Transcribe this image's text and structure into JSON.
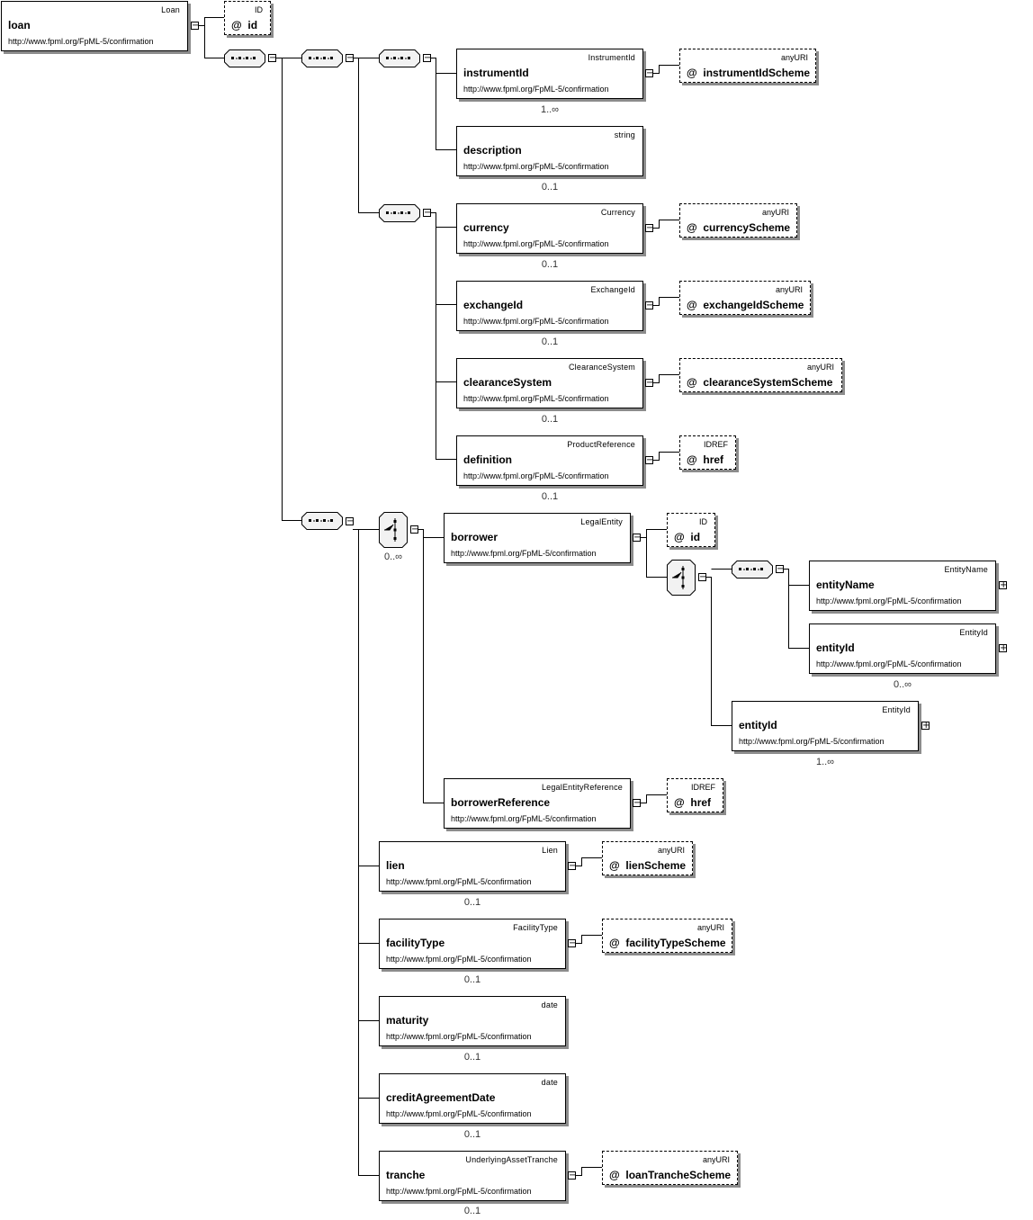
{
  "namespace": "http://www.fpml.org/FpML-5/confirmation",
  "root": {
    "name": "loan",
    "type": "Loan"
  },
  "attributes": {
    "root_id": {
      "name": "id",
      "type": "ID"
    },
    "instrumentIdScheme": {
      "name": "instrumentIdScheme",
      "type": "anyURI"
    },
    "currencyScheme": {
      "name": "currencyScheme",
      "type": "anyURI"
    },
    "exchangeIdScheme": {
      "name": "exchangeIdScheme",
      "type": "anyURI"
    },
    "clearanceSystemScheme": {
      "name": "clearanceSystemScheme",
      "type": "anyURI"
    },
    "definition_href": {
      "name": "href",
      "type": "IDREF"
    },
    "borrower_id": {
      "name": "id",
      "type": "ID"
    },
    "borrowerReference_href": {
      "name": "href",
      "type": "IDREF"
    },
    "lienScheme": {
      "name": "lienScheme",
      "type": "anyURI"
    },
    "facilityTypeScheme": {
      "name": "facilityTypeScheme",
      "type": "anyURI"
    },
    "loanTrancheScheme": {
      "name": "loanTrancheScheme",
      "type": "anyURI"
    }
  },
  "elements": {
    "instrumentId": {
      "name": "instrumentId",
      "type": "InstrumentId",
      "card": "1..∞"
    },
    "description": {
      "name": "description",
      "type": "string",
      "card": "0..1"
    },
    "currency": {
      "name": "currency",
      "type": "Currency",
      "card": "0..1"
    },
    "exchangeId": {
      "name": "exchangeId",
      "type": "ExchangeId",
      "card": "0..1"
    },
    "clearanceSystem": {
      "name": "clearanceSystem",
      "type": "ClearanceSystem",
      "card": "0..1"
    },
    "definition": {
      "name": "definition",
      "type": "ProductReference",
      "card": "0..1"
    },
    "borrower": {
      "name": "borrower",
      "type": "LegalEntity"
    },
    "entityName": {
      "name": "entityName",
      "type": "EntityName"
    },
    "entityId_seq": {
      "name": "entityId",
      "type": "EntityId",
      "card": "0..∞"
    },
    "entityId_choice": {
      "name": "entityId",
      "type": "EntityId",
      "card": "1..∞"
    },
    "borrowerReference": {
      "name": "borrowerReference",
      "type": "LegalEntityReference"
    },
    "lien": {
      "name": "lien",
      "type": "Lien",
      "card": "0..1"
    },
    "facilityType": {
      "name": "facilityType",
      "type": "FacilityType",
      "card": "0..1"
    },
    "maturity": {
      "name": "maturity",
      "type": "date",
      "card": "0..1"
    },
    "creditAgreementDate": {
      "name": "creditAgreementDate",
      "type": "date",
      "card": "0..1"
    },
    "tranche": {
      "name": "tranche",
      "type": "UnderlyingAssetTranche",
      "card": "0..1"
    }
  },
  "compositors": {
    "borrower_choice_card": "0..∞"
  },
  "attribute_prefix": "@",
  "colors": {
    "line": "#000000",
    "shadow": "#8c8c8c",
    "compositor_fill": "#f2f2f2"
  }
}
